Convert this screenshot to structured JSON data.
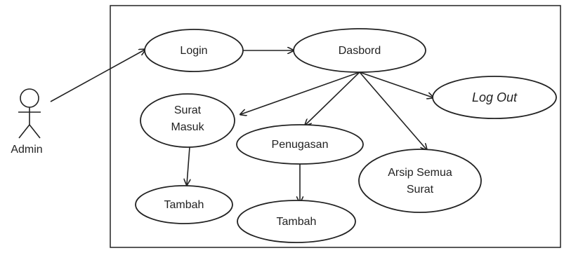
{
  "actor": {
    "name": "Admin"
  },
  "use_cases": {
    "login": "Login",
    "dasbord": "Dasbord",
    "logout": "Log Out",
    "surat_masuk": [
      "Surat",
      "Masuk"
    ],
    "penugasan": "Penugasan",
    "arsip": [
      "Arsip Semua",
      "Surat"
    ],
    "tambah_1": "Tambah",
    "tambah_2": "Tambah"
  }
}
